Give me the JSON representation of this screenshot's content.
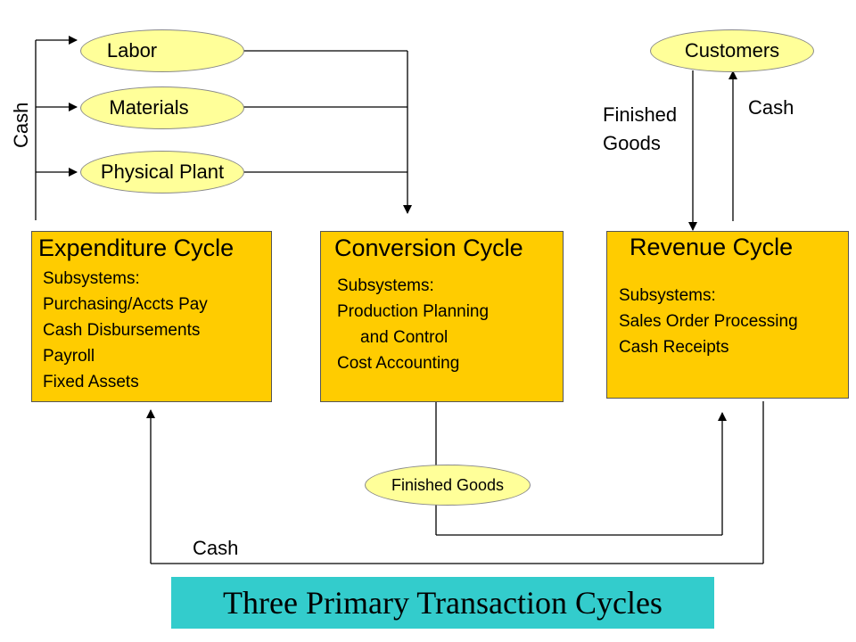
{
  "inputs": {
    "labor": "Labor",
    "materials": "Materials",
    "physical_plant": "Physical Plant",
    "cash": "Cash"
  },
  "customers": {
    "label": "Customers",
    "finished_goods_line1": "Finished",
    "finished_goods_line2": "Goods",
    "cash": "Cash"
  },
  "cycles": {
    "expenditure": {
      "title": "Expenditure Cycle",
      "subsystems_heading": "Subsystems:",
      "items": [
        "Purchasing/Accts Pay",
        "Cash Disbursements",
        "Payroll",
        "Fixed Assets"
      ]
    },
    "conversion": {
      "title": "Conversion Cycle",
      "subsystems_heading": "Subsystems:",
      "items": [
        "Production Planning",
        "and Control",
        "Cost Accounting"
      ]
    },
    "revenue": {
      "title": "Revenue Cycle",
      "subsystems_heading": "Subsystems:",
      "items": [
        "Sales Order Processing",
        "Cash Receipts"
      ]
    }
  },
  "flows": {
    "finished_goods": "Finished Goods",
    "bottom_cash": "Cash"
  },
  "banner": {
    "title": "Three Primary Transaction Cycles"
  },
  "colors": {
    "oval_fill": "#ffff99",
    "box_fill": "#ffcc00",
    "banner_fill": "#33cccc"
  }
}
